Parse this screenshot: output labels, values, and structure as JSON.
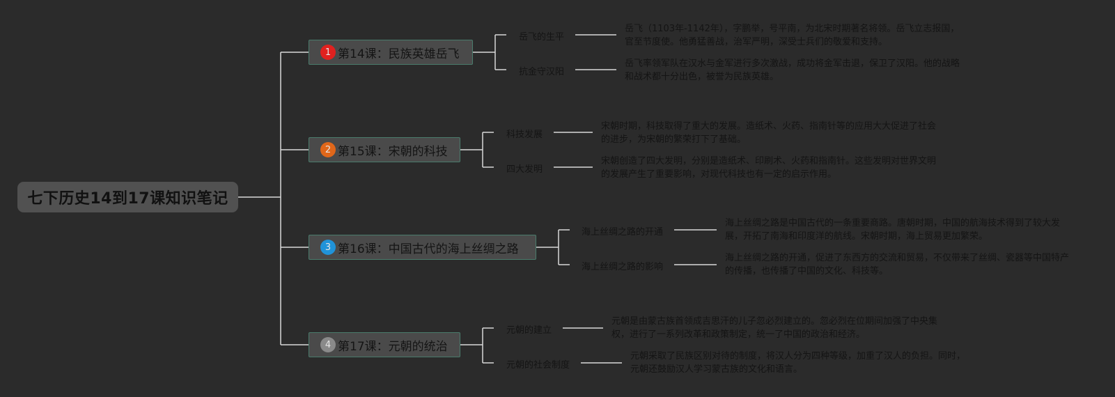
{
  "root": {
    "title": "七下历史14到17课知识笔记"
  },
  "colors": {
    "background": "#2b2b2b",
    "line": "#d9d9d9",
    "lesson_border": "#4a7c6c",
    "badge_1": "#e0211f",
    "badge_2": "#e0671a",
    "badge_3": "#2093d9",
    "badge_4": "#8a8a8a"
  },
  "lessons": [
    {
      "badge": "1",
      "title": "第14课：民族英雄岳飞",
      "topics": [
        {
          "label": "岳飞的生平",
          "text": "岳飞（1103年-1142年），字鹏举，号平南，为北宋时期著名将领。岳飞立志报国，官至节度使。他勇猛善战，治军严明，深受士兵们的敬爱和支持。"
        },
        {
          "label": "抗金守汉阳",
          "text": "岳飞率领军队在汉水与金军进行多次激战，成功将金军击退，保卫了汉阳。他的战略和战术都十分出色，被誉为民族英雄。"
        }
      ]
    },
    {
      "badge": "2",
      "title": "第15课：宋朝的科技",
      "topics": [
        {
          "label": "科技发展",
          "text": "宋朝时期，科技取得了重大的发展。造纸术、火药、指南针等的应用大大促进了社会的进步，为宋朝的繁荣打下了基础。"
        },
        {
          "label": "四大发明",
          "text": "宋朝创造了四大发明，分别是造纸术、印刷术、火药和指南针。这些发明对世界文明的发展产生了重要影响，对现代科技也有一定的启示作用。"
        }
      ]
    },
    {
      "badge": "3",
      "title": "第16课：中国古代的海上丝绸之路",
      "topics": [
        {
          "label": "海上丝绸之路的开通",
          "text": "海上丝绸之路是中国古代的一条重要商路。唐朝时期，中国的航海技术得到了较大发展，开拓了南海和印度洋的航线。宋朝时期，海上贸易更加繁荣。"
        },
        {
          "label": "海上丝绸之路的影响",
          "text": "海上丝绸之路的开通，促进了东西方的交流和贸易，不仅带来了丝绸、瓷器等中国特产的传播，也传播了中国的文化、科技等。"
        }
      ]
    },
    {
      "badge": "4",
      "title": "第17课：元朝的统治",
      "topics": [
        {
          "label": "元朝的建立",
          "text": "元朝是由蒙古族首领成吉思汗的儿子忽必烈建立的。忽必烈在位期间加强了中央集权，进行了一系列改革和政策制定，统一了中国的政治和经济。"
        },
        {
          "label": "元朝的社会制度",
          "text": "元朝采取了民族区别对待的制度，将汉人分为四种等级，加重了汉人的负担。同时，元朝还鼓励汉人学习蒙古族的文化和语言。"
        }
      ]
    }
  ]
}
